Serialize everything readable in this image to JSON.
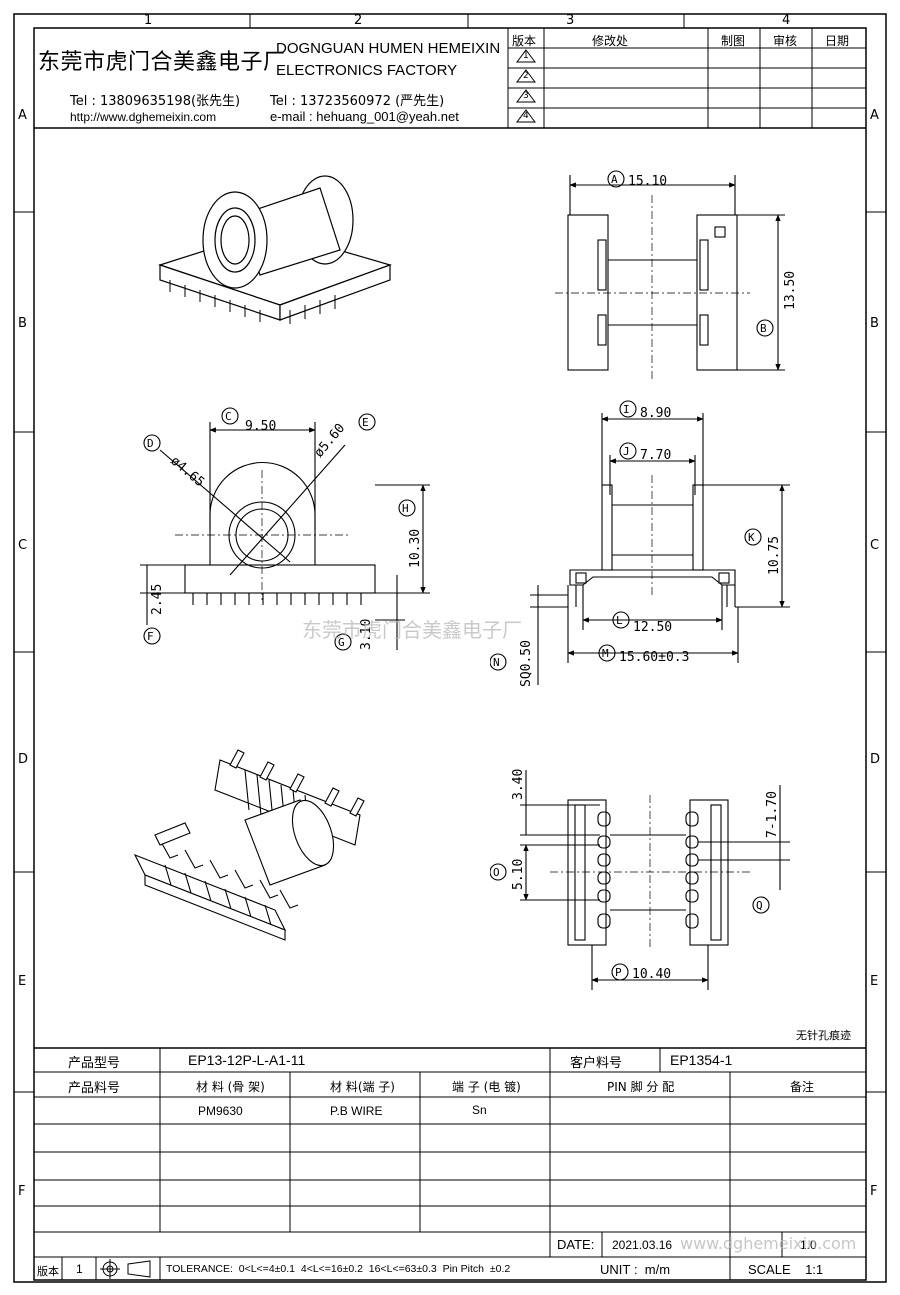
{
  "frame": {
    "col_labels": [
      "1",
      "2",
      "3",
      "4"
    ],
    "row_labels": [
      "A",
      "B",
      "C",
      "D",
      "E",
      "F"
    ]
  },
  "company": {
    "name_cn": "东莞市虎门合美鑫电子厂",
    "name_en_1": "DOGNGUAN HUMEN HEMEIXIN",
    "name_en_2": "ELECTRONICS FACTORY",
    "tel1": "Tel : 13809635198(张先生)",
    "tel2": "Tel : 13723560972 (严先生)",
    "url": "http://www.dghemeixin.com",
    "email": "e-mail : hehuang_001@yeah.net"
  },
  "revision_table": {
    "headers": {
      "version": "版本",
      "changes": "修改处",
      "drawn": "制图",
      "checked": "审核",
      "date": "日期"
    },
    "revs": [
      "1",
      "2",
      "3",
      "4"
    ]
  },
  "dimensions": {
    "A": "A",
    "A_val": "15.10",
    "B": "B",
    "B_val": "13.50",
    "C": "C",
    "C_val": "9.50",
    "D": "D",
    "D_val": "ø4.65",
    "E": "E",
    "E_val": "ø5.60",
    "H": "H",
    "H_val": "10.30",
    "F": "F",
    "F_val": "2.45",
    "G": "G",
    "G_val": "3.10",
    "I": "I",
    "I_val": "8.90",
    "J": "J",
    "J_val": "7.70",
    "K": "K",
    "K_val": "10.75",
    "L": "L",
    "L_val": "12.50",
    "M": "M",
    "M_val": "15.60±0.3",
    "N": "N",
    "N_val": "SQ0.50",
    "O": "O",
    "O_top": "3.40",
    "O_val": "5.10",
    "P": "P",
    "P_val": "10.40",
    "Q": "Q",
    "Q_val": "7-1.70"
  },
  "note": "无针孔痕迹",
  "title_block": {
    "product_model_label": "产品型号",
    "product_model": "EP13-12P-L-A1-11",
    "customer_pn_label": "客户料号",
    "customer_pn": "EP1354-1",
    "product_pn_label": "产品料号",
    "material_frame_label": "材 料 (骨 架)",
    "material_pin_label": "材 料(端 子)",
    "plating_label": "端 子 (电 镀)",
    "pin_assign_label": "PIN 脚 分 配",
    "remark_label": "备注",
    "material_frame": "PM9630",
    "material_pin": "P.B WIRE",
    "plating": "Sn",
    "date_label": "DATE:",
    "date": "2021.03.16",
    "version_label": "版本",
    "version_no": "1",
    "tolerance": "TOLERANCE:  0<L<=4±0.1  4<L<=16±0.2  16<L<=63±0.3  Pin Pitch  ±0.2",
    "unit": "UNIT :  m/m",
    "scale": "SCALE    1:1",
    "page": "1.0"
  },
  "watermarks": {
    "center": "东莞市虎门合美鑫电子厂",
    "bottom": "www.dghemeixin.com"
  }
}
